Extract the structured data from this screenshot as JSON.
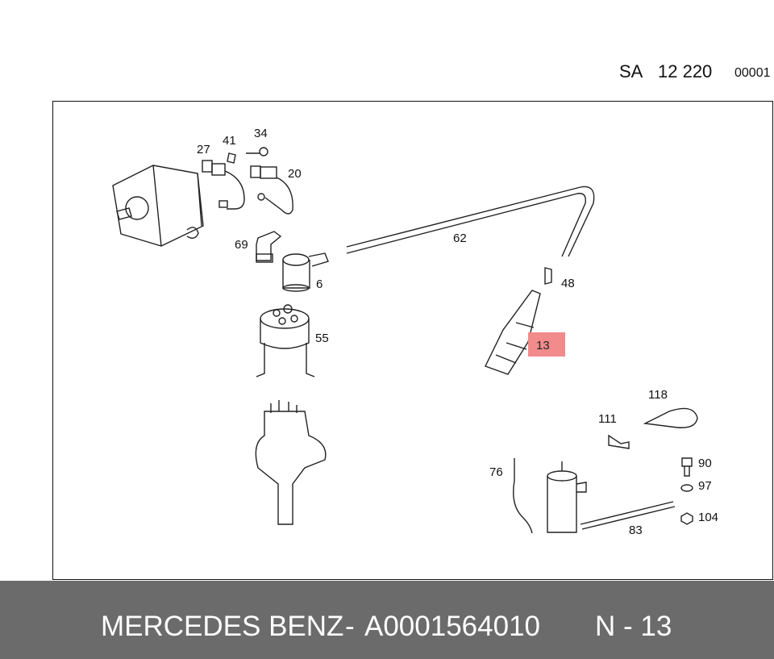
{
  "header": {
    "code_prefix": "SA",
    "group": "12 220",
    "sheet": "00001"
  },
  "parts": [
    {
      "id": "27"
    },
    {
      "id": "41"
    },
    {
      "id": "34"
    },
    {
      "id": "20"
    },
    {
      "id": "69"
    },
    {
      "id": "6"
    },
    {
      "id": "55"
    },
    {
      "id": "62"
    },
    {
      "id": "48"
    },
    {
      "id": "13"
    },
    {
      "id": "118"
    },
    {
      "id": "111"
    },
    {
      "id": "76"
    },
    {
      "id": "90"
    },
    {
      "id": "97"
    },
    {
      "id": "104"
    },
    {
      "id": "83"
    }
  ],
  "highlight": {
    "part": "13",
    "color": "#f28b8b"
  },
  "footer": {
    "brand": "MERCEDES BENZ",
    "separator": "-",
    "part_number": "A0001564010",
    "position": "N - 13"
  }
}
